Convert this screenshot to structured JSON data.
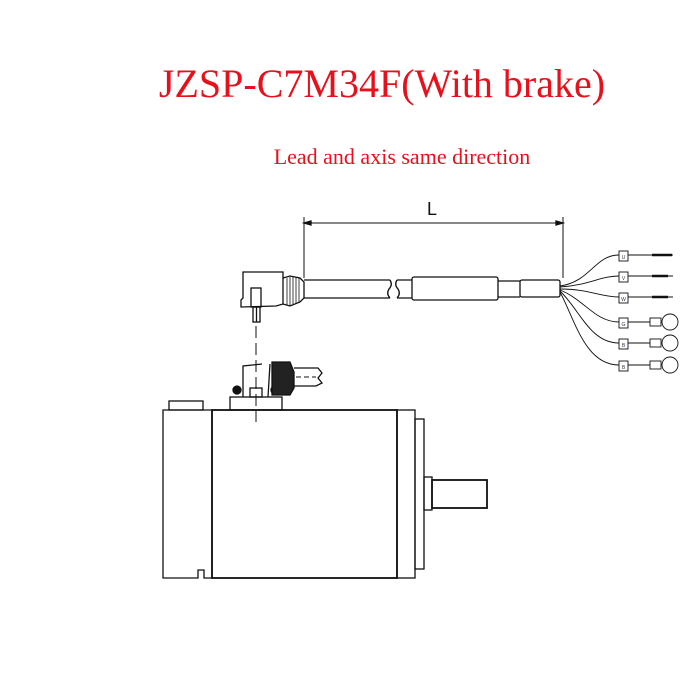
{
  "title": "JZSP-C7M34F(With brake)",
  "subtitle": "Lead and axis same direction",
  "diagram": {
    "dimension_label": "L",
    "wire_tags": [
      "U",
      "V",
      "W",
      "G",
      "B",
      "B"
    ],
    "accent_color": "#e8101a"
  }
}
